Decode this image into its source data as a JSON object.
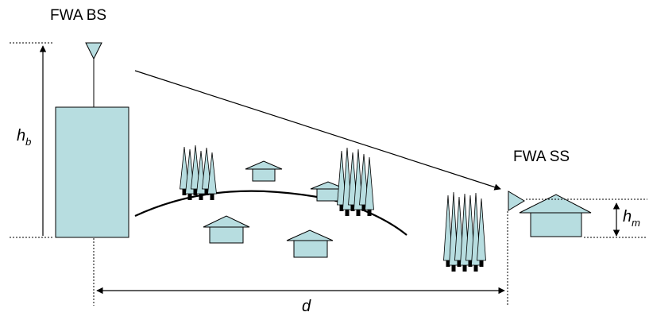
{
  "labels": {
    "base_station": "FWA BS",
    "subscriber_station": "FWA SS",
    "bs_height_var": "h",
    "bs_height_sub": "b",
    "ms_height_var": "h",
    "ms_height_sub": "m",
    "distance": "d"
  },
  "colors": {
    "fill": "#b7dde0",
    "stroke": "#000000",
    "trunk": "#000000",
    "background": "#ffffff"
  }
}
